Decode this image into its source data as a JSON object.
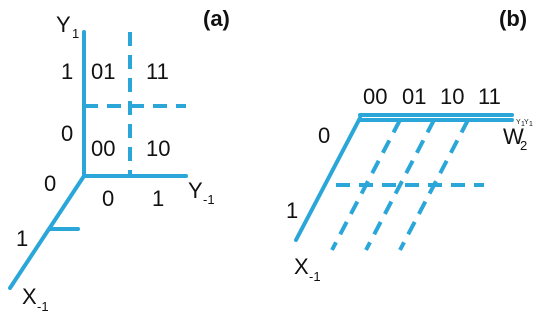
{
  "colors": {
    "line": "#2aa6d8",
    "text": "#111111"
  },
  "panel_a": {
    "panel_label": "(a)",
    "y_axis": {
      "name": "Y",
      "sub": "1"
    },
    "x_axis": {
      "name": "Y",
      "sub": "-1"
    },
    "depth_axis": {
      "name": "X",
      "sub": "-1"
    },
    "y_ticks": [
      "1",
      "0"
    ],
    "x_ticks": [
      "0",
      "1"
    ],
    "depth_ticks": [
      "0",
      "1"
    ],
    "cells": {
      "top_left": "01",
      "top_right": "11",
      "bottom_left": "00",
      "bottom_right": "10"
    }
  },
  "panel_b": {
    "panel_label": "(b)",
    "columns": [
      "00",
      "01",
      "10",
      "11"
    ],
    "w_axis": {
      "name": "W",
      "sub": "2",
      "sup": "Y",
      "sup_sub1": "1",
      "sup_mid": "Y",
      "sup_sub2": "1"
    },
    "depth_axis": {
      "name": "X",
      "sub": "-1"
    },
    "depth_ticks": [
      "0",
      "1"
    ]
  }
}
